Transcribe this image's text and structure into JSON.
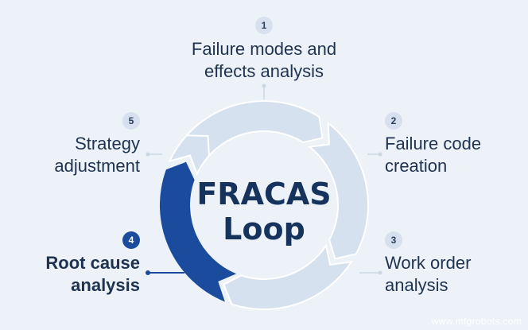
{
  "colors": {
    "background": "#edf2f8",
    "ring": "#d5e1ef",
    "ring_divider": "#ffffff",
    "accent": "#1a4b9c",
    "text_dark": "#1e3350",
    "badge_bg": "#d6e0ee",
    "badge_text": "#2b3f5c",
    "connector": "#ccd7e4"
  },
  "diagram": {
    "title_line1": "FRACAS",
    "title_line2": "Loop",
    "highlighted_step": 4,
    "steps": [
      {
        "number": "1",
        "line1": "Failure modes and",
        "line2": "effects analysis"
      },
      {
        "number": "2",
        "line1": "Failure code",
        "line2": "creation"
      },
      {
        "number": "3",
        "line1": "Work order",
        "line2": "analysis"
      },
      {
        "number": "4",
        "line1": "Root cause",
        "line2": "analysis"
      },
      {
        "number": "5",
        "line1": "Strategy",
        "line2": "adjustment"
      }
    ]
  },
  "watermark": "www.mfgrobots.com"
}
